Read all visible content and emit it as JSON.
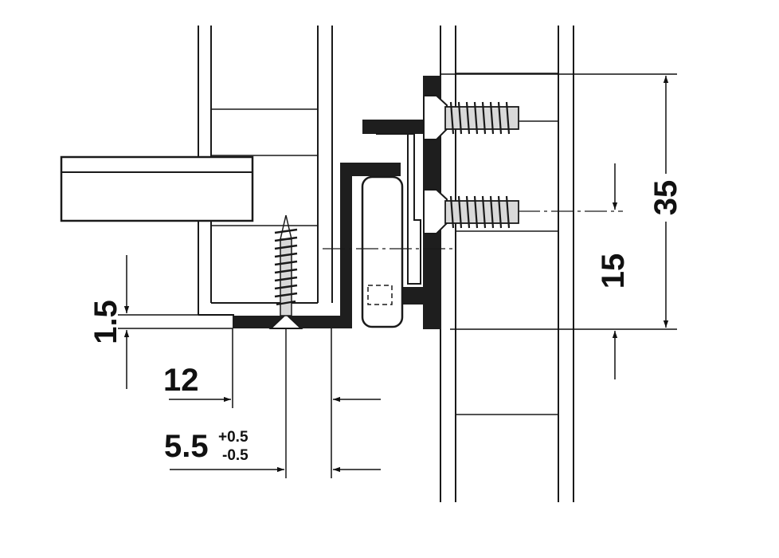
{
  "diagram": {
    "colors": {
      "line": "#1a1a1a",
      "fill_dark": "#1e1e1e",
      "screw_fill": "#d9d9d9",
      "background": "#ffffff"
    },
    "dimensions": {
      "d1": {
        "value": "1.5"
      },
      "d2": {
        "value": "12"
      },
      "d3": {
        "value": "5.5",
        "tol_plus": "+0.5",
        "tol_minus": "-0.5"
      },
      "d4": {
        "value": "15"
      },
      "d5": {
        "value": "35"
      }
    }
  }
}
